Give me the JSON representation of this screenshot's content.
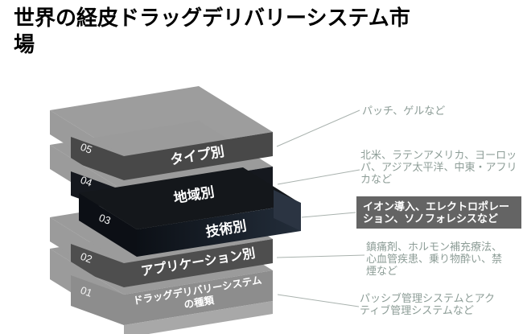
{
  "title": "世界の経皮ドラッグデリバリーシステム市場",
  "layers": [
    {
      "number": "05",
      "label": "タイプ別",
      "annotation": "パッチ、ゲルなど"
    },
    {
      "number": "04",
      "label": "地域別",
      "annotation": "北米、ラテンアメリカ、ヨーロッパ、アジア太平洋、中東・アフリカなど"
    },
    {
      "number": "03",
      "label": "技術別",
      "annotation": "イオン導入、エレクトロポレーション、ソノフォレシスなど",
      "highlighted": true
    },
    {
      "number": "02",
      "label": "アプリケーション別",
      "annotation": "鎮痛剤、ホルモン補充療法、心血管疾患、乗り物酔い、禁煙など"
    },
    {
      "number": "01",
      "label": "ドラッグデリバリーシステムの種類",
      "label_lines": [
        "ドラッグデリバリーシステム",
        "の種類"
      ],
      "annotation": "パッシブ管理システムとアクティブ管理システムなど"
    }
  ],
  "colors": {
    "slab_light_gray": "#9b9b9b",
    "band_type": "#484848",
    "band_region": "#15181e",
    "slab03_top": "#14171b",
    "slab03_side": "#0c0f15",
    "slab03_band_left": "#0c1016",
    "slab03_band_right": "#232d3a",
    "slab03_end_cap": "#2b3442",
    "band_application": "#4e4e4e",
    "band_types_of_system": "#8d8d8d",
    "band_bottom_front": "#a8a8a8",
    "annotation_text": "#8d9d97",
    "highlight_background": "#646464",
    "highlight_text": "#ffffff",
    "leader_line": "#a9b2ae",
    "title_text": "#000000",
    "label_text": "#ffffff"
  }
}
